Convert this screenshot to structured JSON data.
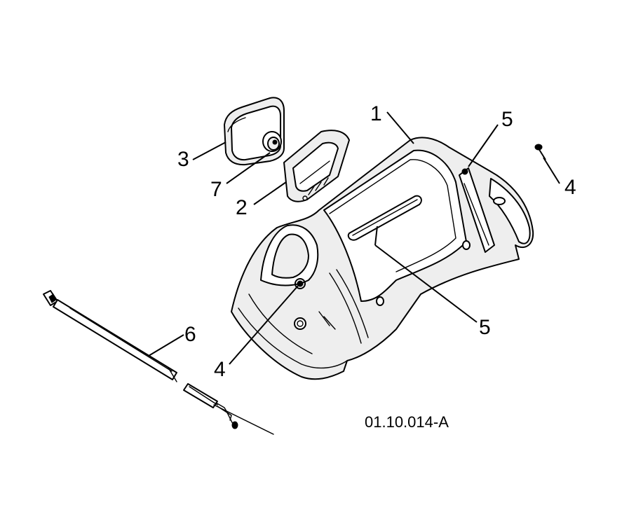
{
  "drawing_reference": "01.10.014-A",
  "callouts": [
    {
      "label": "1"
    },
    {
      "label": "2"
    },
    {
      "label": "3"
    },
    {
      "label": "4"
    },
    {
      "label": "4"
    },
    {
      "label": "5"
    },
    {
      "label": "5"
    },
    {
      "label": "6"
    },
    {
      "label": "7"
    }
  ],
  "colors": {
    "line": "#000000",
    "background": "#ffffff",
    "shading": "#eeeeee"
  }
}
